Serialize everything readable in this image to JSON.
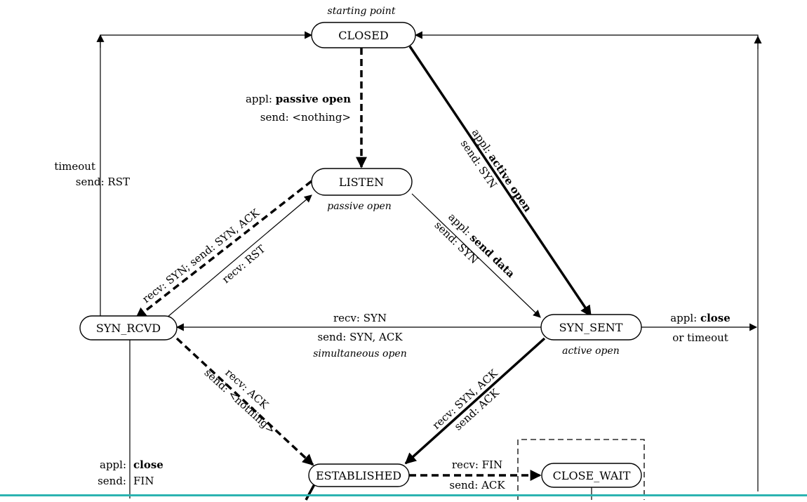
{
  "states": {
    "closed": "CLOSED",
    "listen": "LISTEN",
    "syn_rcvd": "SYN_RCVD",
    "syn_sent": "SYN_SENT",
    "established": "ESTABLISHED",
    "close_wait": "CLOSE_WAIT"
  },
  "notes": {
    "starting_point": "starting point",
    "passive_open": "passive open",
    "active_open": "active open",
    "simultaneous_open": "simultaneous open"
  },
  "transitions": {
    "closed_to_listen": {
      "appl_prefix": "appl: ",
      "appl_bold": "passive open",
      "send": "send: <nothing>"
    },
    "closed_to_syn_sent": {
      "appl_prefix": "appl: ",
      "appl_bold": "active open",
      "send": "send: SYN"
    },
    "timeout_rst": {
      "line1": "timeout",
      "send_prefix": "send: ",
      "send_value": "RST"
    },
    "listen_to_syn_rcvd": {
      "text": "recv: SYN;   send: SYN, ACK"
    },
    "syn_rcvd_to_listen": {
      "text": "recv: RST"
    },
    "listen_to_syn_sent": {
      "appl_prefix": "appl: ",
      "appl_bold": "send data",
      "send": "send: SYN"
    },
    "syn_sent_to_syn_rcvd": {
      "recv": "recv: SYN",
      "send": "send: SYN, ACK"
    },
    "syn_sent_close": {
      "appl_prefix": "appl: ",
      "appl_bold": "close",
      "line2": "or timeout"
    },
    "syn_rcvd_to_established": {
      "recv": "recv: ACK",
      "send": "send: <nothing>"
    },
    "syn_sent_to_established": {
      "recv": "recv: SYN, ACK",
      "send": "send: ACK"
    },
    "syn_rcvd_close": {
      "appl_prefix": "appl: ",
      "appl_bold": "close",
      "send_prefix": "send: ",
      "send_value": "FIN"
    },
    "established_to_close_wait": {
      "recv": "recv: FIN",
      "send": "send: ACK"
    }
  }
}
